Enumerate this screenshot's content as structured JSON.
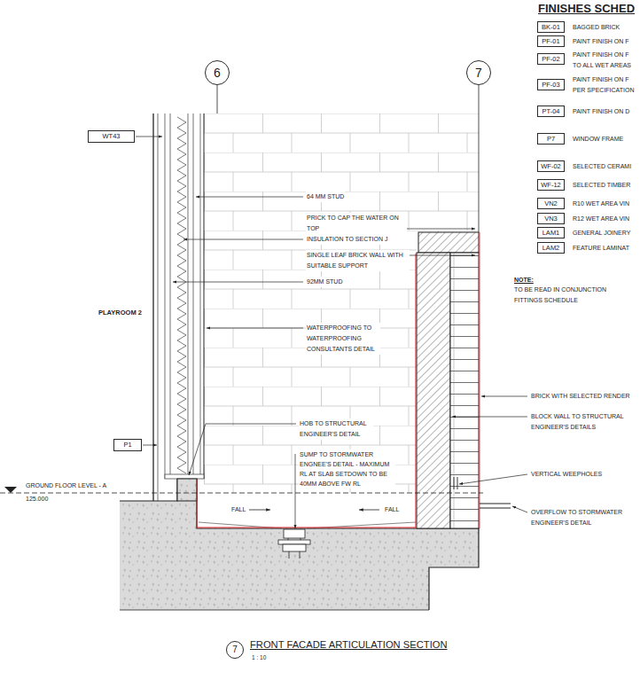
{
  "diagram": {
    "caption": "FRONT FACADE ARTICULATION SECTION",
    "nodes": [
      {
        "text": [
          "6"
        ]
      },
      {
        "text": [
          "7"
        ]
      },
      {
        "text": [
          "WT43"
        ]
      },
      {
        "text": [
          "P1"
        ]
      },
      {
        "text": [
          "BK-01"
        ]
      },
      {
        "text": [
          "PF-01"
        ]
      },
      {
        "text": [
          "PF-02"
        ]
      },
      {
        "text": [
          "PF-03"
        ]
      },
      {
        "text": [
          "PT-04"
        ]
      },
      {
        "text": [
          "P7"
        ]
      },
      {
        "text": [
          "WF-02"
        ]
      },
      {
        "text": [
          "WF-12"
        ]
      },
      {
        "text": [
          "VN2"
        ]
      },
      {
        "text": [
          "VN3"
        ]
      },
      {
        "text": [
          "LAM1"
        ]
      },
      {
        "text": [
          "LAM2"
        ]
      },
      {
        "text": [
          "7"
        ]
      }
    ],
    "labels": [
      "FINISHES SCHED",
      "BAGGED BRICK",
      "PAINT FINISH ON F",
      "PAINT FINISH ON F",
      "TO ALL WET AREAS",
      "PAINT FINISH ON F",
      "PER SPECIFICATION",
      "PAINT FINISH ON D",
      "WINDOW FRAME",
      "SELECTED CERAMI",
      "SELECTED TIMBER",
      "R10 WET AREA VIN",
      "R12 WET AREA VIN",
      "GENERAL JOINERY",
      "FEATURE LAMINAT",
      "NOTE:",
      "TO BE READ IN CONJUNCTION",
      "FITTINGS SCHEDULE",
      "64 MM STUD",
      "PRICK TO CAP THE WATER ON TOP",
      "INSULATION TO SECTION J",
      "SINGLE LEAF BRICK WALL WITH SUITABLE SUPPORT",
      "92MM STUD",
      "PLAYROOM 2",
      "WATERPROOFING TO WATERPROOFING CONSULTANTS DETAIL",
      "BRICK WITH SELECTED RENDER",
      "BLOCK WALL TO STRUCTURAL ENGINEER'S DETAILS",
      "HOB TO STRUCTURAL ENGINEER'S DETAIL",
      "SUMP TO STORMWATER ENGNEE'S DETAIL - MAXIMUM RL AT SLAB SETDOWN TO BE 40MM ABOVE FW RL",
      "VERTICAL WEEPHOLES",
      "GROUND FLOOR LEVEL - A",
      "125.000",
      "FALL",
      "FALL",
      "OVERFLOW TO STORMWATER ENGINEER'S DETAIL",
      "1 : 10"
    ]
  }
}
